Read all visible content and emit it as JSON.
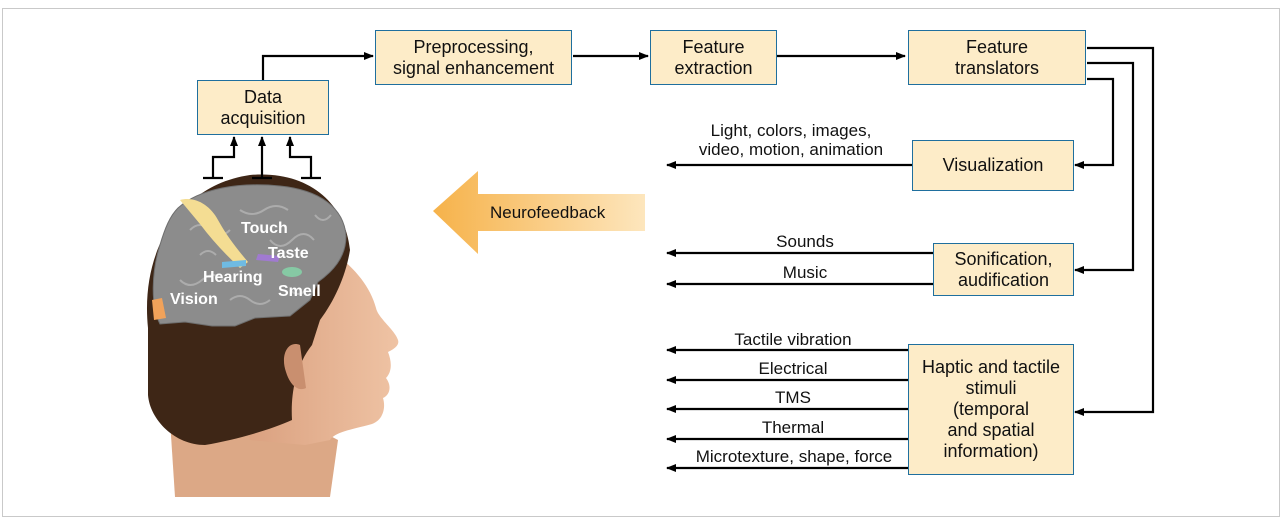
{
  "colors": {
    "box_fill": "#fdecc8",
    "box_border": "#1f6f9e",
    "arrow": "#000000",
    "neurofeedback_arrow": "#f7c26b",
    "skin": "#e8b897",
    "hair": "#4a2c1a",
    "brain": "#8e8e8e"
  },
  "boxes": {
    "data_acquisition": "Data\nacquisition",
    "preprocessing": "Preprocessing,\nsignal enhancement",
    "feature_extraction": "Feature\nextraction",
    "feature_translators": "Feature\ntranslators",
    "visualization": "Visualization",
    "sonification": "Sonification,\naudification",
    "haptic": "Haptic and tactile\nstimuli\n(temporal\nand spatial\ninformation)"
  },
  "outputs": {
    "visual": "Light, colors, images,\nvideo, motion, animation",
    "sounds": "Sounds",
    "music": "Music",
    "tactile_vibration": "Tactile vibration",
    "electrical": "Electrical",
    "tms": "TMS",
    "thermal": "Thermal",
    "microtexture": "Microtexture, shape, force"
  },
  "neurofeedback": "Neurofeedback",
  "brain_regions": {
    "touch": "Touch",
    "taste": "Taste",
    "hearing": "Hearing",
    "smell": "Smell",
    "vision": "Vision"
  }
}
